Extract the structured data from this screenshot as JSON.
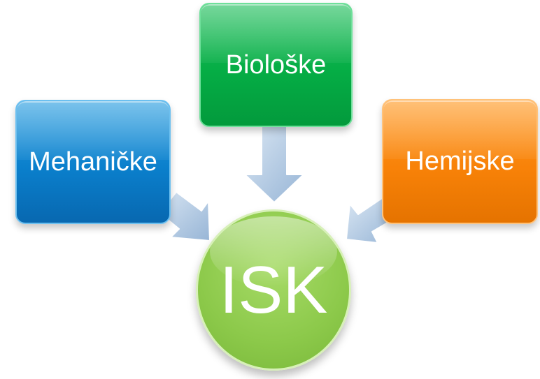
{
  "nodes": {
    "left": {
      "label": "Mehaničke"
    },
    "top": {
      "label": "Biološke"
    },
    "right": {
      "label": "Hemijske"
    },
    "center": {
      "label": "ISK"
    }
  },
  "colors": {
    "left_box": "#0a7fcc",
    "top_box": "#05ad45",
    "right_box": "#f88208",
    "center_circle": "#8cc94a",
    "arrow": "#a9c3df"
  }
}
